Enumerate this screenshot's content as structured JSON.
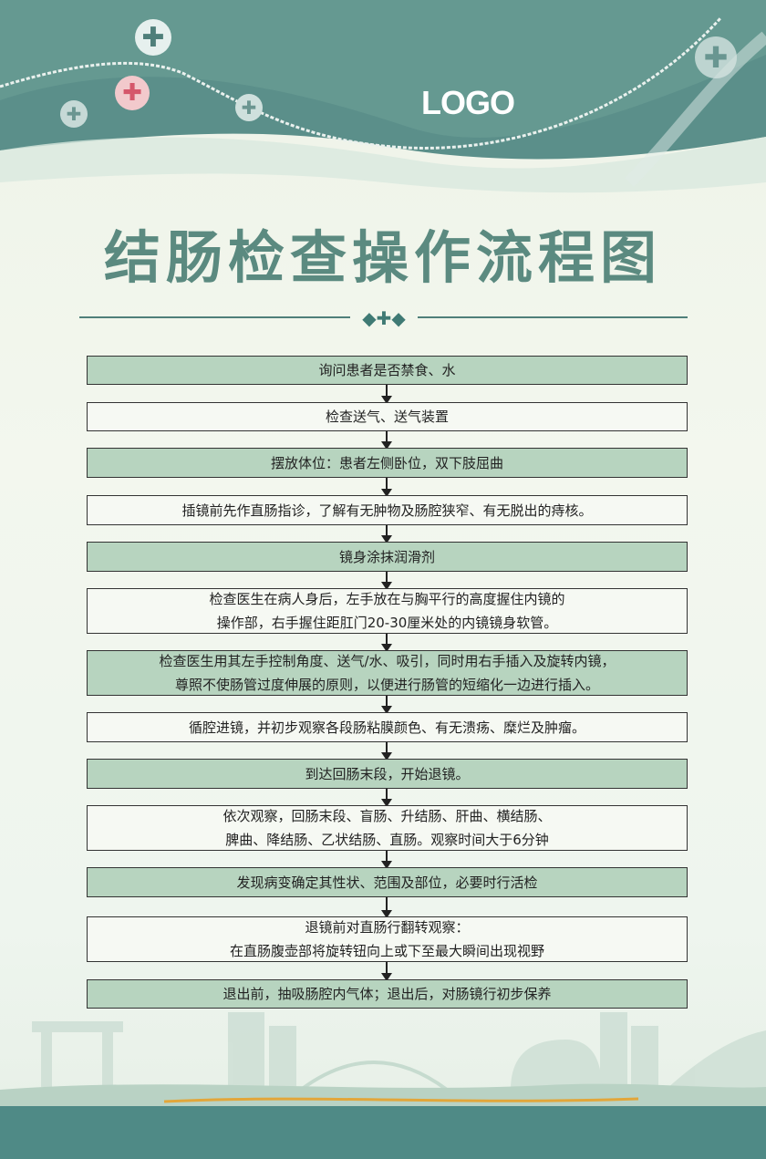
{
  "header": {
    "logo": "LOGO"
  },
  "title": "结肠检查操作流程图",
  "colors": {
    "teal": "#4f8a86",
    "title": "#5b8a80",
    "box_green": "#b7d4bf",
    "box_white": "#f6f9f3"
  },
  "steps": [
    {
      "lines": [
        "询问患者是否禁食、水"
      ],
      "style": "green"
    },
    {
      "lines": [
        "检查送气、送气装置"
      ],
      "style": "white"
    },
    {
      "lines": [
        "摆放体位：患者左侧卧位，双下肢屈曲"
      ],
      "style": "green"
    },
    {
      "lines": [
        "插镜前先作直肠指诊，了解有无肿物及肠腔狭窄、有无脱出的痔核。"
      ],
      "style": "white"
    },
    {
      "lines": [
        "镜身涂抹润滑剂"
      ],
      "style": "green"
    },
    {
      "lines": [
        "检查医生在病人身后，左手放在与胸平行的高度握住内镜的",
        "操作部，右手握住距肛门20-30厘米处的内镜镜身软管。"
      ],
      "style": "white"
    },
    {
      "lines": [
        "检查医生用其左手控制角度、送气/水、吸引，同时用右手插入及旋转内镜，",
        "尊照不使肠管过度伸展的原则，以便进行肠管的短缩化一边进行插入。"
      ],
      "style": "green"
    },
    {
      "lines": [
        "循腔进镜，并初步观察各段肠粘膜颜色、有无溃疡、糜烂及肿瘤。"
      ],
      "style": "white"
    },
    {
      "lines": [
        "到达回肠末段，开始退镜。"
      ],
      "style": "green"
    },
    {
      "lines": [
        "依次观察，回肠末段、盲肠、升结肠、肝曲、横结肠、",
        "脾曲、降结肠、乙状结肠、直肠。观察时间大于6分钟"
      ],
      "style": "white"
    },
    {
      "lines": [
        "发现病变确定其性状、范围及部位，必要时行活检"
      ],
      "style": "green"
    },
    {
      "lines": [
        "退镜前对直肠行翻转观察：",
        "在直肠腹壶部将旋转钮向上或下至最大瞬间出现视野"
      ],
      "style": "white"
    },
    {
      "lines": [
        "退出前，抽吸肠腔内气体；退出后，对肠镜行初步保养"
      ],
      "style": "green"
    }
  ]
}
